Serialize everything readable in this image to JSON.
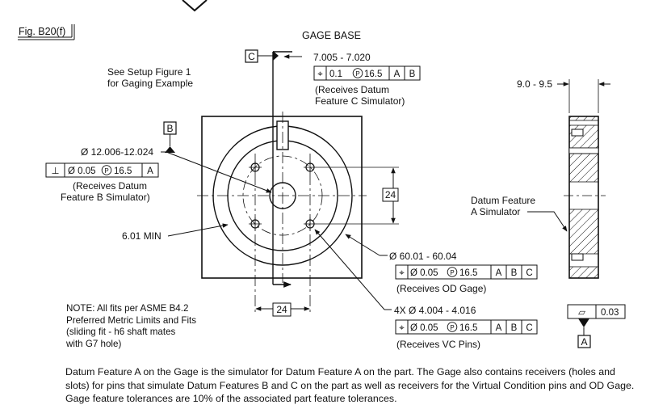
{
  "figure": {
    "label": "Fig. B20(f)",
    "title": "GAGE BASE"
  },
  "datum_labels": {
    "a": "A",
    "b": "B",
    "c": "C"
  },
  "setup_note": {
    "line1": "See Setup Figure 1",
    "line2": "for Gaging Example"
  },
  "slot_callout": {
    "size": "7.005 - 7.020",
    "frame": {
      "symbol": "⌖",
      "tol": "0.1",
      "mod": "P",
      "proj": "16.5",
      "refs": [
        "A",
        "B"
      ]
    },
    "note1": "(Receives Datum",
    "note2": "Feature C Simulator)"
  },
  "center_hole_callout": {
    "size": "Ø 12.006-12.024",
    "frame": {
      "symbol": "⊥",
      "tol": "Ø 0.05",
      "mod": "P",
      "proj": "16.5",
      "refs": [
        "A"
      ]
    },
    "note1": "(Receives Datum",
    "note2": "Feature B Simulator)"
  },
  "thickness": {
    "value": "9.0 - 9.5"
  },
  "basic_dims": {
    "vertical": "24",
    "horizontal": "24"
  },
  "datum_a_note": {
    "line1": "Datum Feature",
    "line2": "A Simulator"
  },
  "min_dim": {
    "value": "6.01 MIN"
  },
  "od_callout": {
    "size": "Ø 60.01 - 60.04",
    "frame": {
      "symbol": "⌖",
      "tol": "Ø 0.05",
      "mod": "P",
      "proj": "16.5",
      "refs": [
        "A",
        "B",
        "C"
      ]
    },
    "note": "(Receives OD Gage)"
  },
  "pin_callout": {
    "size": "4X Ø 4.004 - 4.016",
    "frame": {
      "symbol": "⌖",
      "tol": "Ø 0.05",
      "mod": "P",
      "proj": "16.5",
      "refs": [
        "A",
        "B",
        "C"
      ]
    },
    "note": "(Receives VC Pins)"
  },
  "flatness": {
    "symbol": "▱",
    "tol": "0.03"
  },
  "fit_note": {
    "line1": "NOTE: All fits per ASME B4.2",
    "line2": "Preferred Metric Limits and Fits",
    "line3": "(sliding fit - h6 shaft mates",
    "line4": "with G7 hole)"
  },
  "description": "Datum Feature A on the Gage is the simulator for Datum Feature A on the part. The Gage also contains receivers (holes and slots) for pins that simulate Datum Features B and C on the part as well as receivers for the Virtual Condition pins and OD Gage. Gage feature tolerances are 10% of the associated part feature tolerances."
}
